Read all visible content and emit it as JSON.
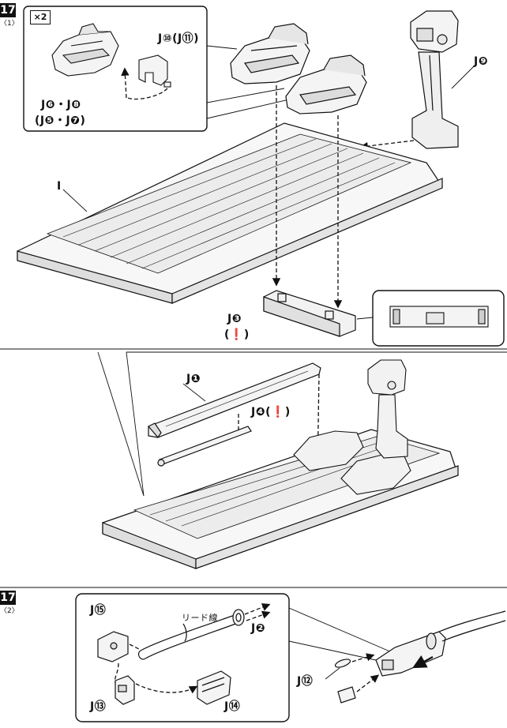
{
  "step1": {
    "number": "17",
    "sub": "〈1〉",
    "quantity": "×2",
    "labels": {
      "j10_j11": "J⑩(J⑪)",
      "j6_j8": "J❻・J❽",
      "j5_j7": "(J❺・J❼)",
      "j9": "J❾",
      "part_i": "I",
      "j3": "J❸",
      "warn": "(❗)",
      "j1": "J❶",
      "j4": "J❹(❗)"
    }
  },
  "step2": {
    "number": "17",
    "sub": "〈2〉",
    "labels": {
      "j15": "J⑮",
      "lead_wire": "リード線",
      "j2": "J❷",
      "j12": "J⑫",
      "j13": "J⑬",
      "j14": "J⑭"
    }
  }
}
